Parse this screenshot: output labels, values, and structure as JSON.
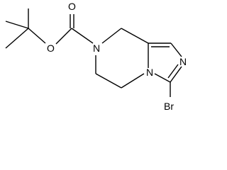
{
  "molecule": {
    "atoms": {
      "carbonyl_oxygen": "O",
      "ester_oxygen": "O",
      "ring_nitrogen": "N",
      "imidazole_nitrogen": "N",
      "bridgehead_nitrogen": "N",
      "bromine": "Br"
    }
  }
}
